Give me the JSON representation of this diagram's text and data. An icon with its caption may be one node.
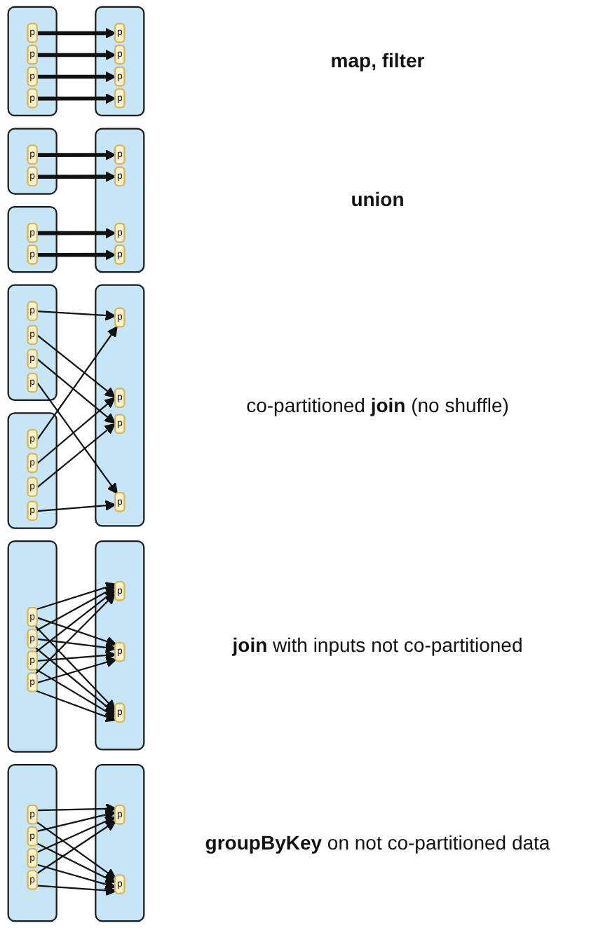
{
  "diagram": {
    "nodes": [
      {
        "text": [],
        "shape": "box"
      },
      {
        "text": [
          "p"
        ],
        "in": 0
      },
      {
        "text": [
          "p"
        ],
        "in": 0
      },
      {
        "text": [
          "p"
        ],
        "in": 0
      },
      {
        "text": [
          "p"
        ],
        "in": 0
      },
      {
        "text": [],
        "shape": "box"
      },
      {
        "text": [
          "p"
        ],
        "in": 5
      },
      {
        "text": [
          "p"
        ],
        "in": 5
      },
      {
        "text": [
          "p"
        ],
        "in": 5
      },
      {
        "text": [
          "p"
        ],
        "in": 5
      },
      {
        "text": [],
        "shape": "box"
      },
      {
        "text": [
          "p"
        ],
        "in": 10
      },
      {
        "text": [
          "p"
        ],
        "in": 10
      },
      {
        "text": [],
        "shape": "box"
      },
      {
        "text": [
          "p"
        ],
        "in": 13
      },
      {
        "text": [
          "p"
        ],
        "in": 13
      },
      {
        "text": [],
        "shape": "box"
      },
      {
        "text": [
          "p"
        ],
        "in": 16
      },
      {
        "text": [
          "p"
        ],
        "in": 16
      },
      {
        "text": [
          "p"
        ],
        "in": 16
      },
      {
        "text": [
          "p"
        ],
        "in": 16
      },
      {
        "text": [],
        "shape": "box"
      },
      {
        "text": [
          "p"
        ],
        "in": 21
      },
      {
        "text": [
          "p"
        ],
        "in": 21
      },
      {
        "text": [
          "p"
        ],
        "in": 21
      },
      {
        "text": [
          "p"
        ],
        "in": 21
      },
      {
        "text": [],
        "shape": "box"
      },
      {
        "text": [
          "p"
        ],
        "in": 26
      },
      {
        "text": [
          "p"
        ],
        "in": 26
      },
      {
        "text": [
          "p"
        ],
        "in": 26
      },
      {
        "text": [
          "p"
        ],
        "in": 26
      },
      {
        "text": [],
        "shape": "box"
      },
      {
        "text": [
          "p"
        ],
        "in": 31
      },
      {
        "text": [
          "p"
        ],
        "in": 31
      },
      {
        "text": [
          "p"
        ],
        "in": 31
      },
      {
        "text": [
          "p"
        ],
        "in": 31
      },
      {
        "text": [],
        "shape": "box"
      },
      {
        "text": [
          "p"
        ],
        "in": 36
      },
      {
        "text": [
          "p"
        ],
        "in": 36
      },
      {
        "text": [
          "p"
        ],
        "in": 36
      },
      {
        "text": [
          "p"
        ],
        "in": 36
      },
      {
        "text": [],
        "shape": "box"
      },
      {
        "text": [
          "p"
        ],
        "in": 41
      },
      {
        "text": [
          "p"
        ],
        "in": 41
      },
      {
        "text": [
          "p"
        ],
        "in": 41
      },
      {
        "text": [],
        "shape": "box"
      },
      {
        "text": [
          "p"
        ],
        "in": 45
      },
      {
        "text": [
          "p"
        ],
        "in": 45
      },
      {
        "text": [
          "p"
        ],
        "in": 45
      },
      {
        "text": [
          "p"
        ],
        "in": 45
      },
      {
        "text": [],
        "shape": "box"
      },
      {
        "text": [
          "p"
        ],
        "in": 50
      },
      {
        "text": [
          "p"
        ],
        "in": 50
      }
    ],
    "edges": [
      {
        "from": 1,
        "to": 6,
        "arrow": "to",
        "style": "thick"
      },
      {
        "from": 2,
        "to": 7,
        "arrow": "to",
        "style": "thick"
      },
      {
        "from": 3,
        "to": 8,
        "arrow": "to",
        "style": "thick"
      },
      {
        "from": 4,
        "to": 9,
        "arrow": "to",
        "style": "thick"
      },
      {
        "from": 11,
        "to": 17,
        "arrow": "to",
        "style": "thick"
      },
      {
        "from": 12,
        "to": 18,
        "arrow": "to",
        "style": "thick"
      },
      {
        "from": 14,
        "to": 19,
        "arrow": "to",
        "style": "thick"
      },
      {
        "from": 15,
        "to": 20,
        "arrow": "to",
        "style": "thick"
      },
      {
        "from": 22,
        "to": 32,
        "arrow": "to"
      },
      {
        "from": 23,
        "to": 33,
        "arrow": "to"
      },
      {
        "from": 24,
        "to": 34,
        "arrow": "to"
      },
      {
        "from": 25,
        "to": 35,
        "arrow": "to"
      },
      {
        "from": 27,
        "to": 32,
        "arrow": "to"
      },
      {
        "from": 28,
        "to": 33,
        "arrow": "to"
      },
      {
        "from": 29,
        "to": 34,
        "arrow": "to"
      },
      {
        "from": 30,
        "to": 35,
        "arrow": "to"
      },
      {
        "from": 37,
        "to": 42,
        "arrow": "to"
      },
      {
        "from": 37,
        "to": 43,
        "arrow": "to"
      },
      {
        "from": 37,
        "to": 44,
        "arrow": "to"
      },
      {
        "from": 38,
        "to": 42,
        "arrow": "to"
      },
      {
        "from": 38,
        "to": 43,
        "arrow": "to"
      },
      {
        "from": 38,
        "to": 44,
        "arrow": "to"
      },
      {
        "from": 39,
        "to": 42,
        "arrow": "to"
      },
      {
        "from": 39,
        "to": 43,
        "arrow": "to"
      },
      {
        "from": 39,
        "to": 44,
        "arrow": "to"
      },
      {
        "from": 40,
        "to": 42,
        "arrow": "to"
      },
      {
        "from": 40,
        "to": 43,
        "arrow": "to"
      },
      {
        "from": 40,
        "to": 44,
        "arrow": "to"
      },
      {
        "from": 46,
        "to": 51,
        "arrow": "to"
      },
      {
        "from": 46,
        "to": 52,
        "arrow": "to"
      },
      {
        "from": 47,
        "to": 51,
        "arrow": "to"
      },
      {
        "from": 47,
        "to": 52,
        "arrow": "to"
      },
      {
        "from": 48,
        "to": 51,
        "arrow": "to"
      },
      {
        "from": 48,
        "to": 52,
        "arrow": "to"
      },
      {
        "from": 49,
        "to": 51,
        "arrow": "to"
      },
      {
        "from": 49,
        "to": 52,
        "arrow": "to"
      }
    ],
    "labels": [
      "map, filter",
      "union",
      "co-partitioned **join** (no shuffle)",
      "**join** with inputs not co-partitioned",
      "**groupByKey** on not co-partitioned data"
    ]
  }
}
